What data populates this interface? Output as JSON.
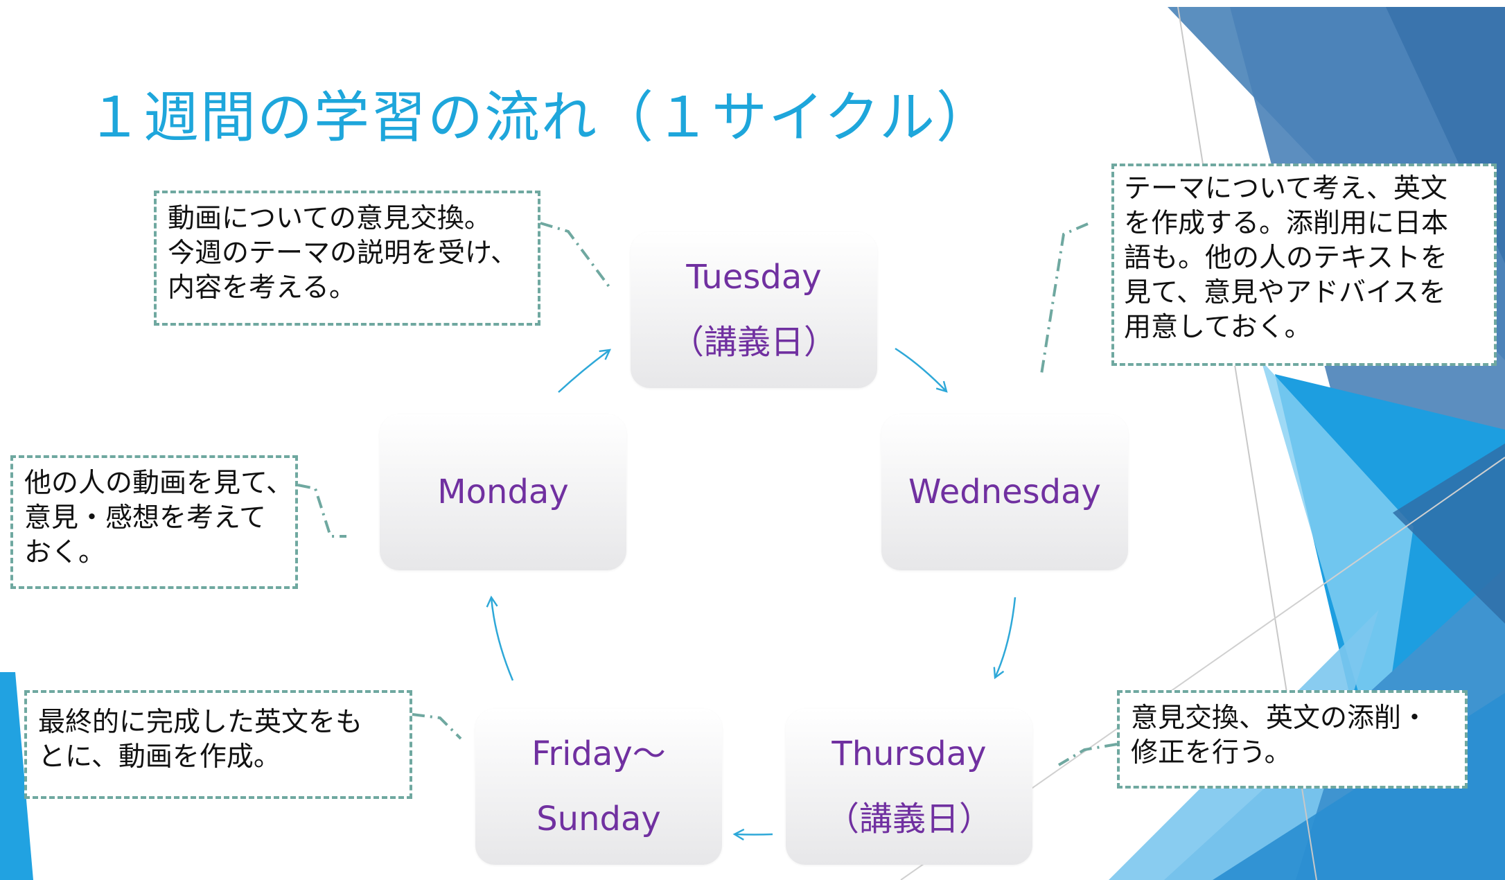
{
  "title": "１週間の学習の流れ（１サイクル）",
  "colors": {
    "title": "#1ea6db",
    "day_text": "#7030a0",
    "arrow": "#2ea8d8",
    "note_border": "#6fa8a0"
  },
  "days": {
    "tuesday": {
      "line1": "Tuesday",
      "line2": "（講義日）"
    },
    "wednesday": {
      "line1": "Wednesday"
    },
    "thursday": {
      "line1": "Thursday",
      "line2": "（講義日）"
    },
    "friday_sunday": {
      "line1": "Friday～",
      "line2": "Sunday"
    },
    "monday": {
      "line1": "Monday"
    }
  },
  "notes": {
    "tuesday": [
      "動画についての意見交換。",
      "今週のテーマの説明を受け、",
      "内容を考える。"
    ],
    "wednesday": [
      "テーマについて考え、英文",
      "を作成する。添削用に日本",
      "語も。他の人のテキストを",
      "見て、意見やアドバイスを",
      "用意しておく。"
    ],
    "thursday": [
      "意見交換、英文の添削・",
      "修正を行う。"
    ],
    "friday_sunday": [
      "最終的に完成した英文をも",
      "とに、動画を作成。"
    ],
    "monday": [
      "他の人の動画を見て、",
      "意見・感想を考えて",
      "おく。"
    ]
  }
}
